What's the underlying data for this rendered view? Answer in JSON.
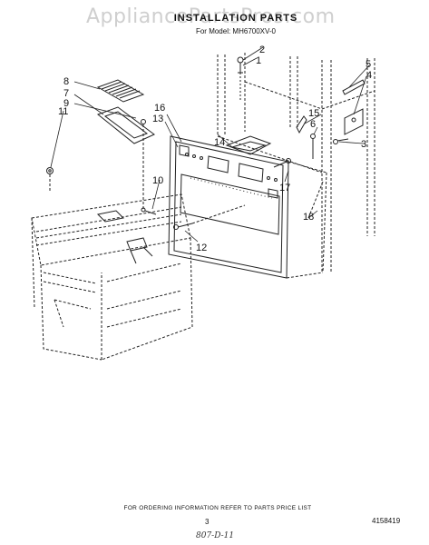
{
  "watermark": "AppliancePartsPros.com",
  "title": "INSTALLATION PARTS",
  "model": "For Model: MH6700XV-0",
  "footer_note": "FOR ORDERING INFORMATION REFER TO PARTS PRICE LIST",
  "page_number": "3",
  "doc_number": "4158419",
  "handwritten": "807-D-11",
  "callouts": [
    "1",
    "2",
    "3",
    "4",
    "5",
    "6",
    "7",
    "8",
    "9",
    "10",
    "11",
    "12",
    "13",
    "14",
    "15",
    "16",
    "17",
    "18"
  ]
}
